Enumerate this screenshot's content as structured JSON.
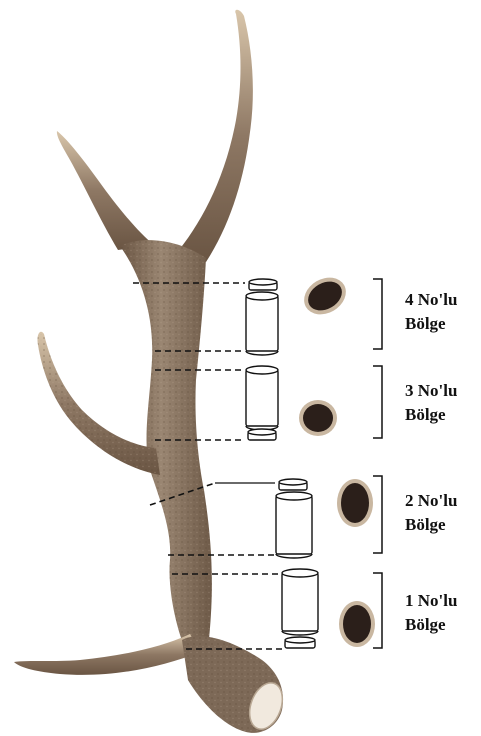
{
  "zones": [
    {
      "number_label": "4 No'lu",
      "region_label": "Bölge"
    },
    {
      "number_label": "3 No'lu",
      "region_label": "Bölge"
    },
    {
      "number_label": "2 No'lu",
      "region_label": "Bölge"
    },
    {
      "number_label": "1 No'lu",
      "region_label": "Bölge"
    }
  ],
  "colors": {
    "antler_base": "#8a7662",
    "antler_dark": "#5e4b3a",
    "antler_light": "#b7a48f",
    "tine_tip": "#e8d9c2",
    "cross_section": "#2b1f1a",
    "cross_section_rim": "#c9b7a1",
    "dashed_line": "#111111",
    "bracket": "#111111"
  }
}
